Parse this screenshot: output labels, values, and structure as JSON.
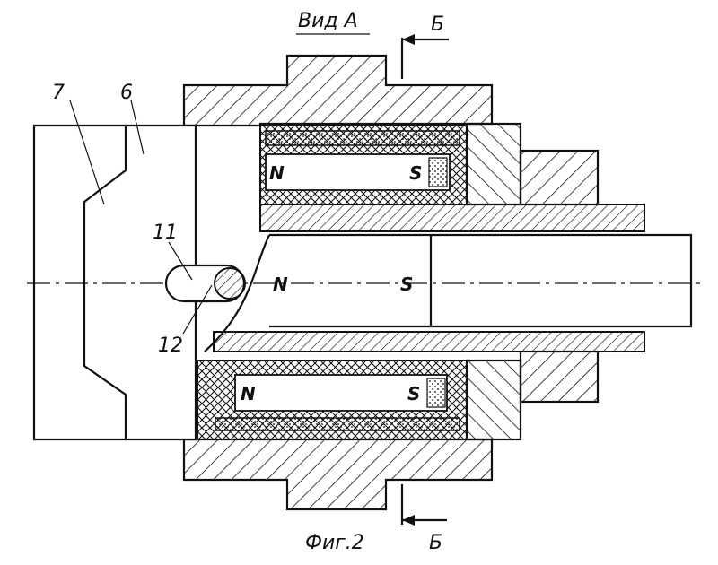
{
  "view_title": "Вид А",
  "section_label_top": "Б",
  "section_label_bottom": "Б",
  "figure_caption": "Фиг.2",
  "part_labels": {
    "p7": "7",
    "p6": "6",
    "p11": "11",
    "p12": "12"
  },
  "poles": {
    "rotor_n": "N",
    "rotor_s": "S",
    "upper_magnet_n": "N",
    "upper_magnet_s": "S",
    "lower_magnet_n": "N",
    "lower_magnet_s": "S"
  },
  "colors": {
    "ink": "#111111",
    "paper": "#ffffff"
  }
}
